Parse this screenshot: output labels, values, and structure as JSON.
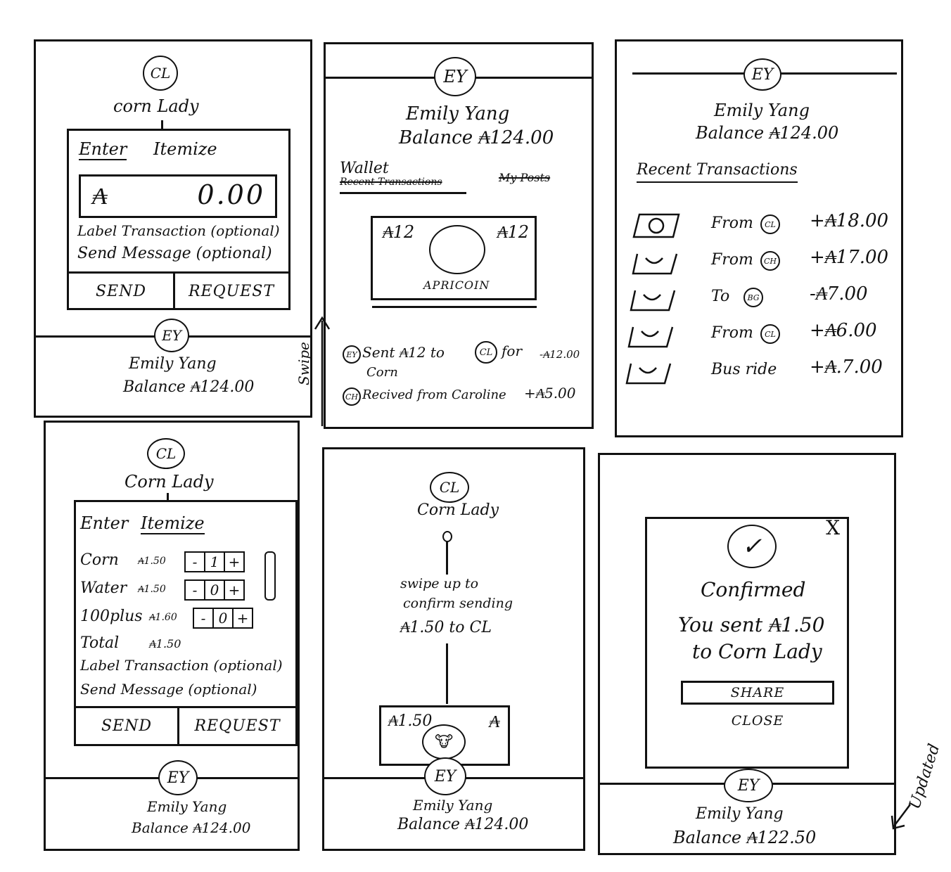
{
  "frames": {
    "f1": {
      "merchant_initials": "CL",
      "merchant_name": "corn Lady",
      "tab_enter": "Enter",
      "tab_itemize": "Itemize",
      "currency_symbol": "₳",
      "amount": "0.00",
      "label_transaction": "Label Transaction (optional)",
      "send_message": "Send Message (optional)",
      "send_label": "SEND",
      "request_label": "REQUEST",
      "user_initials": "EY",
      "user_name": "Emily Yang",
      "balance": "Balance ₳124.00"
    },
    "swipe_label": "Swipe",
    "f2": {
      "user_initials": "EY",
      "user_name": "Emily Yang",
      "balance": "Balance ₳124.00",
      "tab_wallet": "Wallet",
      "tab_recent_struck": "Recent Transactions",
      "tab_my_posts_struck": "My Posts",
      "coin_left": "₳12",
      "coin_right": "₳12",
      "coin_name": "APRICOIN",
      "tx1_initials": "EY",
      "tx1_text": "Sent ₳12 to",
      "tx1_to_initials": "CL",
      "tx1_for": "for",
      "tx1_item": "Corn",
      "tx1_amount": "-₳12.00",
      "tx2_initials": "CH",
      "tx2_text": "Recived from Caroline",
      "tx2_amount": "+₳5.00"
    },
    "f3": {
      "user_initials": "EY",
      "user_name": "Emily Yang",
      "balance": "Balance ₳124.00",
      "heading": "Recent Transactions",
      "transactions": [
        {
          "label": "From",
          "initials": "CL",
          "amount": "+₳18.00"
        },
        {
          "label": "From",
          "initials": "CH",
          "amount": "+₳17.00"
        },
        {
          "label": "To",
          "initials": "BG",
          "amount": "-₳7.00"
        },
        {
          "label": "From",
          "initials": "CL",
          "amount": "+₳6.00"
        },
        {
          "label": "Bus ride",
          "initials": "",
          "amount": "+₳.7.00"
        }
      ]
    },
    "f4": {
      "merchant_initials": "CL",
      "merchant_name": "Corn Lady",
      "tab_enter": "Enter",
      "tab_itemize": "Itemize",
      "items": [
        {
          "name": "Corn",
          "price": "₳1.50",
          "qty": "1"
        },
        {
          "name": "Water",
          "price": "₳1.50",
          "qty": "0"
        },
        {
          "name": "100plus",
          "price": "₳1.60",
          "qty": "0"
        }
      ],
      "minus": "-",
      "plus": "+",
      "total_label": "Total",
      "total_value": "₳1.50",
      "label_transaction": "Label Transaction (optional)",
      "send_message": "Send Message (optional)",
      "send_label": "SEND",
      "request_label": "REQUEST",
      "user_initials": "EY",
      "user_name": "Emily Yang",
      "balance": "Balance ₳124.00"
    },
    "f5": {
      "merchant_initials": "CL",
      "merchant_name": "Corn Lady",
      "instruction_1": "swipe up to",
      "instruction_2": "confirm sending",
      "instruction_3": "₳1.50 to CL",
      "coin_left": "₳1.50",
      "coin_right": "₳",
      "user_initials": "EY",
      "user_name": "Emily Yang",
      "balance": "Balance ₳124.00"
    },
    "f6": {
      "close_x": "X",
      "check": "✓",
      "confirmed": "Confirmed",
      "message_1": "You sent ₳1.50",
      "message_2": "to Corn Lady",
      "share_label": "SHARE",
      "close_label": "CLOSE",
      "user_initials": "EY",
      "user_name": "Emily Yang",
      "balance": "Balance ₳122.50"
    },
    "updated_label": "Updated"
  }
}
